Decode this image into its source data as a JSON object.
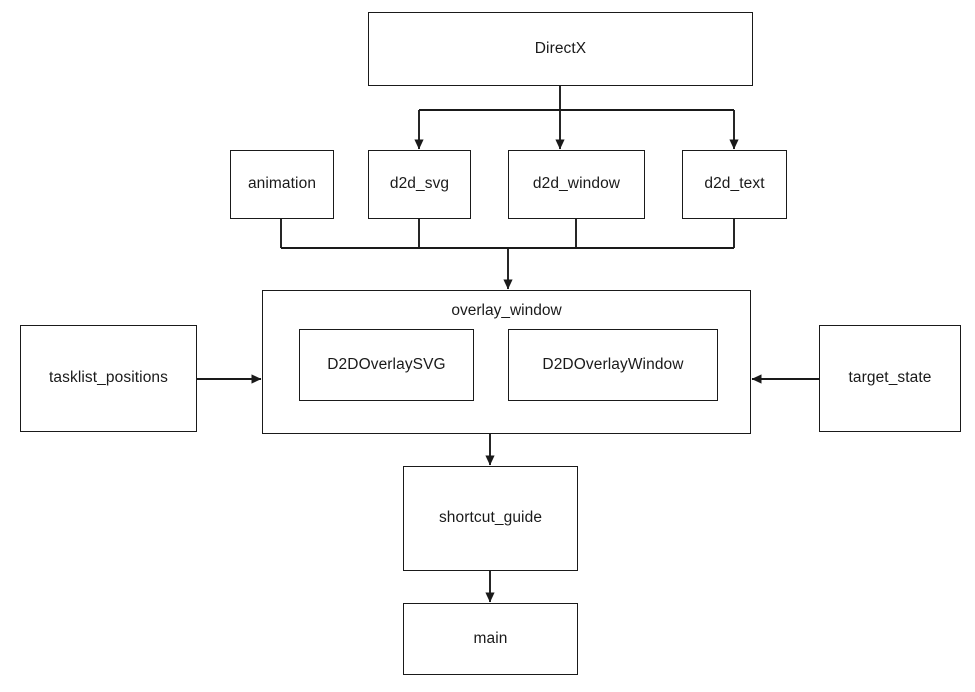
{
  "diagram": {
    "title": "DirectX overlay module dependency diagram",
    "background_color": "#ffffff",
    "line_color": "#1a1a1a",
    "text_color": "#1a1a1a",
    "nodes": {
      "directx": {
        "label": "DirectX"
      },
      "animation": {
        "label": "animation"
      },
      "d2d_svg": {
        "label": "d2d_svg"
      },
      "d2d_window": {
        "label": "d2d_window"
      },
      "d2d_text": {
        "label": "d2d_text"
      },
      "overlay_window": {
        "label": "overlay_window"
      },
      "d2d_overlay_svg": {
        "label": "D2DOverlaySVG"
      },
      "d2d_overlay_window": {
        "label": "D2DOverlayWindow"
      },
      "tasklist_positions": {
        "label": "tasklist_positions"
      },
      "target_state": {
        "label": "target_state"
      },
      "shortcut_guide": {
        "label": "shortcut_guide"
      },
      "main": {
        "label": "main"
      }
    },
    "edges": [
      {
        "from": "directx",
        "to": "d2d_svg",
        "style": "orthogonal",
        "arrow": "down"
      },
      {
        "from": "directx",
        "to": "d2d_window",
        "style": "straight",
        "arrow": "down"
      },
      {
        "from": "directx",
        "to": "d2d_text",
        "style": "orthogonal",
        "arrow": "down"
      },
      {
        "from": "animation",
        "to": "overlay_window",
        "style": "orthogonal",
        "arrow": "down"
      },
      {
        "from": "d2d_svg",
        "to": "overlay_window",
        "style": "orthogonal",
        "arrow": "down"
      },
      {
        "from": "d2d_window",
        "to": "overlay_window",
        "style": "orthogonal",
        "arrow": "down"
      },
      {
        "from": "d2d_text",
        "to": "overlay_window",
        "style": "orthogonal",
        "arrow": "down"
      },
      {
        "from": "tasklist_positions",
        "to": "overlay_window",
        "style": "straight",
        "arrow": "right"
      },
      {
        "from": "target_state",
        "to": "overlay_window",
        "style": "straight",
        "arrow": "left"
      },
      {
        "from": "overlay_window",
        "to": "shortcut_guide",
        "style": "straight",
        "arrow": "down"
      },
      {
        "from": "shortcut_guide",
        "to": "main",
        "style": "straight",
        "arrow": "down"
      }
    ]
  }
}
